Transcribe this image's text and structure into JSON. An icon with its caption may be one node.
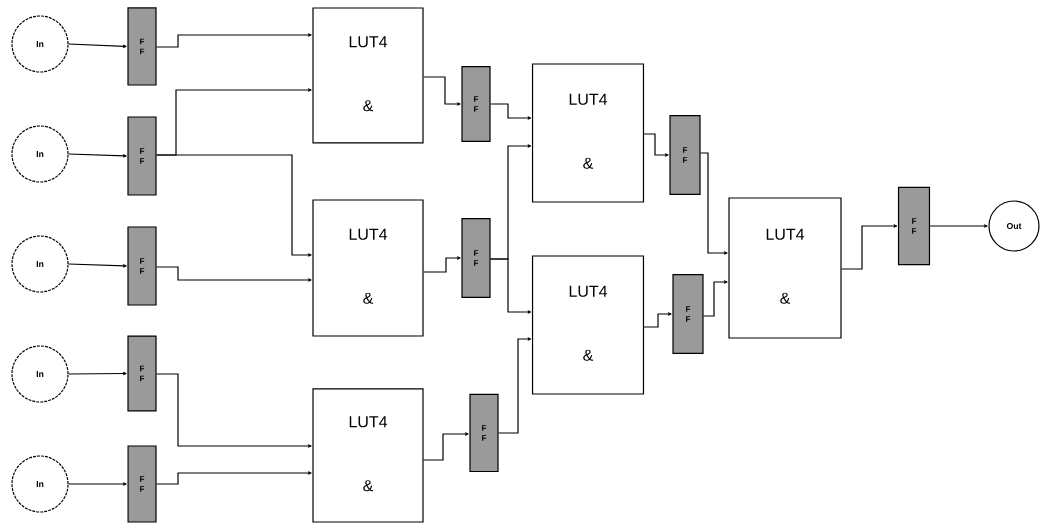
{
  "diagram": {
    "nodes": [
      {
        "text": [
          "In"
        ]
      },
      {
        "text": [
          "In"
        ]
      },
      {
        "text": [
          "In"
        ]
      },
      {
        "text": [
          "In"
        ]
      },
      {
        "text": [
          "In"
        ]
      },
      {
        "text": [
          "F F"
        ]
      },
      {
        "text": [
          "F F"
        ]
      },
      {
        "text": [
          "F F"
        ]
      },
      {
        "text": [
          "F F"
        ]
      },
      {
        "text": [
          "F F"
        ]
      },
      {
        "text": [
          "LUT4",
          "&"
        ]
      },
      {
        "text": [
          "LUT4",
          "&"
        ]
      },
      {
        "text": [
          "LUT4",
          "&"
        ]
      },
      {
        "text": [
          "F F"
        ]
      },
      {
        "text": [
          "F F"
        ]
      },
      {
        "text": [
          "F F"
        ]
      },
      {
        "text": [
          "LUT4",
          "&"
        ]
      },
      {
        "text": [
          "LUT4",
          "&"
        ]
      },
      {
        "text": [
          "F F"
        ]
      },
      {
        "text": [
          "F F"
        ]
      },
      {
        "text": [
          "LUT4",
          "&"
        ]
      },
      {
        "text": [
          "F F"
        ]
      },
      {
        "text": [
          "Out"
        ]
      }
    ],
    "edges": [
      {
        "from": 0,
        "to": 5,
        "arrow": "to"
      },
      {
        "from": 1,
        "to": 6,
        "arrow": "to"
      },
      {
        "from": 2,
        "to": 7,
        "arrow": "to"
      },
      {
        "from": 3,
        "to": 8,
        "arrow": "to"
      },
      {
        "from": 4,
        "to": 9,
        "arrow": "to"
      },
      {
        "from": 5,
        "to": 10,
        "arrow": "to"
      },
      {
        "from": 6,
        "to": 10,
        "arrow": "to"
      },
      {
        "from": 6,
        "to": 11,
        "arrow": "to"
      },
      {
        "from": 7,
        "to": 11,
        "arrow": "to"
      },
      {
        "from": 8,
        "to": 12,
        "arrow": "to"
      },
      {
        "from": 9,
        "to": 12,
        "arrow": "to"
      },
      {
        "from": 10,
        "to": 13,
        "arrow": "to"
      },
      {
        "from": 11,
        "to": 14,
        "arrow": "to"
      },
      {
        "from": 12,
        "to": 15,
        "arrow": "to"
      },
      {
        "from": 13,
        "to": 16,
        "arrow": "to"
      },
      {
        "from": 14,
        "to": 16,
        "arrow": "to"
      },
      {
        "from": 14,
        "to": 17,
        "arrow": "to"
      },
      {
        "from": 15,
        "to": 17,
        "arrow": "to"
      },
      {
        "from": 16,
        "to": 18,
        "arrow": "to"
      },
      {
        "from": 17,
        "to": 19,
        "arrow": "to"
      },
      {
        "from": 18,
        "to": 20,
        "arrow": "to"
      },
      {
        "from": 19,
        "to": 20,
        "arrow": "to"
      },
      {
        "from": 20,
        "to": 21,
        "arrow": "to"
      },
      {
        "from": 21,
        "to": 22,
        "arrow": "to"
      }
    ]
  }
}
